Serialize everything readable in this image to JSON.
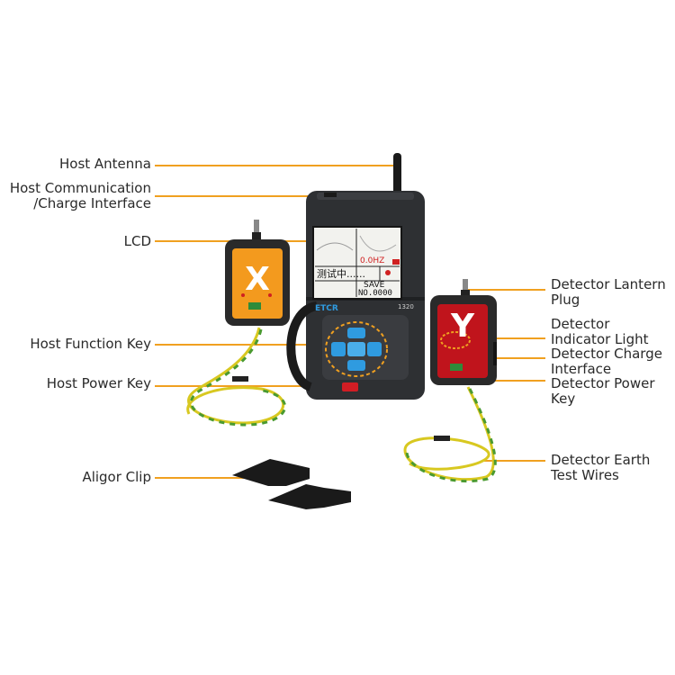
{
  "labels_left": [
    {
      "text": [
        "Host Antenna"
      ]
    },
    {
      "text": [
        "Host Communication",
        "/Charge Interface"
      ]
    },
    {
      "text": [
        "LCD"
      ]
    },
    {
      "text": [
        "Host Function Key"
      ]
    },
    {
      "text": [
        "Host Power Key"
      ]
    },
    {
      "text": [
        "Aligor Clip"
      ]
    }
  ],
  "labels_right": [
    {
      "text": [
        "Detector Lantern",
        "Plug"
      ]
    },
    {
      "text": [
        "Detector",
        "Indicator Light"
      ]
    },
    {
      "text": [
        "Detector Charge",
        "Interface"
      ]
    },
    {
      "text": [
        "Detector Power",
        "Key"
      ]
    },
    {
      "text": [
        "Detector Earth",
        "Test Wires"
      ]
    }
  ],
  "screen": {
    "status_text": "测试中......",
    "freq": "0.0HZ",
    "save_label": "SAVE",
    "number": "NO.0000"
  },
  "host": {
    "brand": "ETCR",
    "model": "1320"
  },
  "detector_left": {
    "letter": "X"
  },
  "detector_right": {
    "letter": "Y"
  },
  "colors": {
    "leader_line": "#f0a020",
    "host_body": "#2e3033",
    "keypad": "#2f9be0",
    "detector_orange": "#f39a1e",
    "detector_red": "#c0141c",
    "wire_yellow": "#d8c820",
    "wire_green": "#4a9a30"
  }
}
